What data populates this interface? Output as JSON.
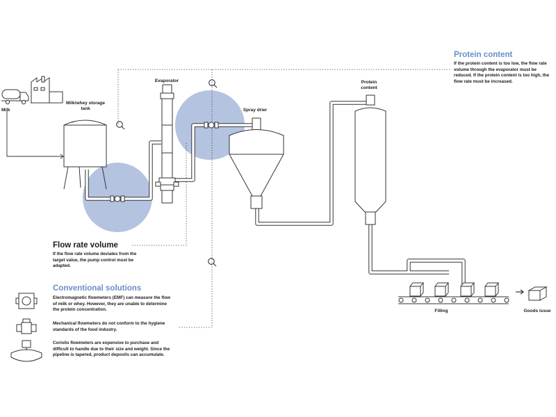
{
  "labels": {
    "milk": "Milk",
    "tank": "Milk/whey storage tank",
    "evaporator": "Evaporator",
    "spray_drier": "Spray drier",
    "protein_content_small": "Protein content",
    "filling": "Filling",
    "goods_issue": "Goods issue"
  },
  "protein_callout": {
    "title": "Protein content",
    "text": "If the protein content is too low, the flow rate volume through the evaporator must be reduced. If the protein content is too high, the flow rate must be increased."
  },
  "flow_callout": {
    "title": "Flow rate volume",
    "text": "If the flow rate volume deviates from the target value, the pump control must be adapted."
  },
  "conventional": {
    "title": "Conventional solutions",
    "items": [
      {
        "icon": "emf-flowmeter-icon",
        "text": "Electromagnetic flowmeters (EMF) can measure the flow of milk or whey. However, they are unable to determine the protein concentration."
      },
      {
        "icon": "mechanical-flowmeter-icon",
        "text": "Mechanical flowmeters do not conform to the hygiene standards of the food industry."
      },
      {
        "icon": "coriolis-flowmeter-icon",
        "text": "Coriolis flowmeters are expensive to purchase and difficult to handle due to their size and weight. Since the pipeline is tapered, product deposits can accumulate."
      }
    ]
  },
  "colors": {
    "accent": "#6a8fc7",
    "highlight": "#b3c3e0",
    "line": "#333333"
  }
}
